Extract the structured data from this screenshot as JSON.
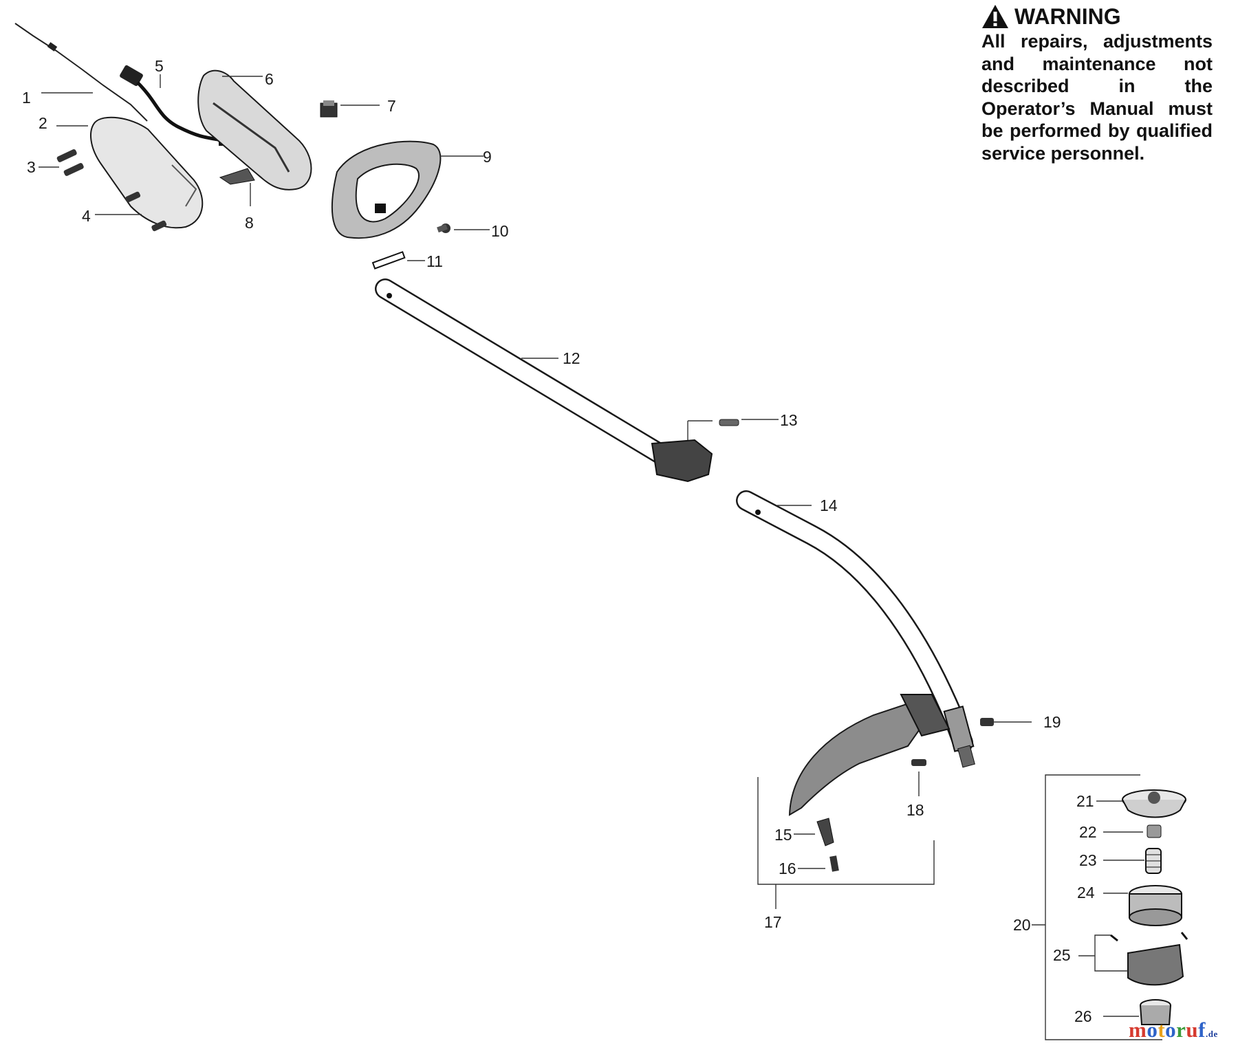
{
  "warning": {
    "title": "WARNING",
    "text": "All repairs, adjustments and maintenance not described in the Operator’s Manual must be performed by qualified service personnel."
  },
  "callouts": [
    "1",
    "2",
    "3",
    "4",
    "5",
    "6",
    "7",
    "8",
    "9",
    "10",
    "11",
    "12",
    "13",
    "14",
    "15",
    "16",
    "17",
    "18",
    "19",
    "20",
    "21",
    "22",
    "23",
    "24",
    "25",
    "26"
  ],
  "watermark": {
    "text": "motoruf",
    "suffix": ".de",
    "colors": [
      "#d63a2f",
      "#2e63c9",
      "#e9a21b",
      "#2e63c9",
      "#3b9c3b",
      "#d63a2f",
      "#2e63c9"
    ]
  }
}
